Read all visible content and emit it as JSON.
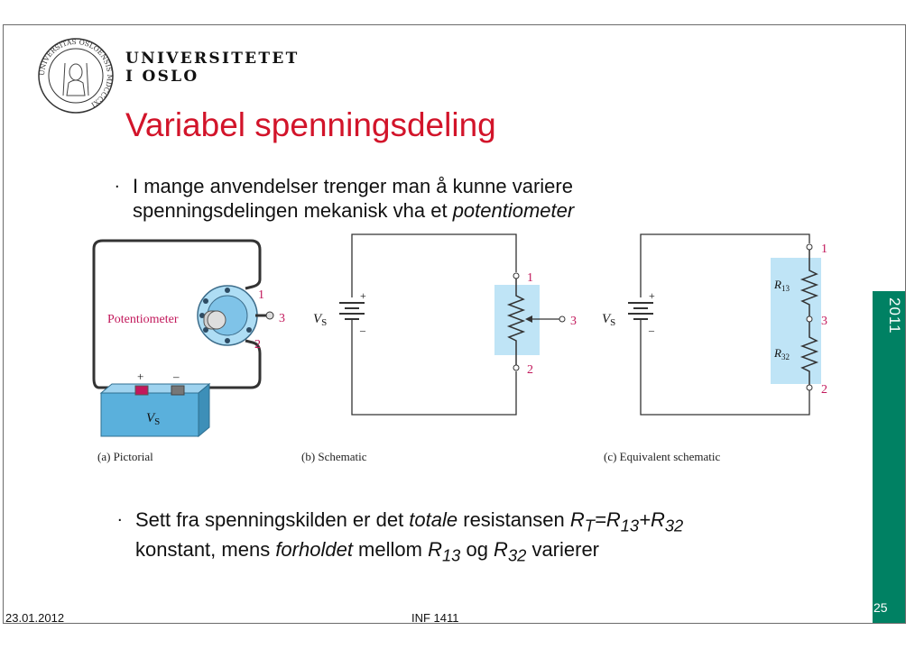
{
  "header": {
    "university_line1": "UNIVERSITETET",
    "university_line2": "I OSLO",
    "seal_icon": "university-seal-icon",
    "seal_text": "UNIVERSITAS OSLOENSIS MDCCCXI"
  },
  "title": "Variabel spenningsdeling",
  "bullets": {
    "first": {
      "line1": "I mange anvendelser trenger man å kunne variere",
      "line2_plain": "spenningsdelingen mekanisk vha et ",
      "line2_italic": "potentiometer"
    },
    "second": {
      "t1": "Sett fra spenningskilden er det ",
      "t2": "totale",
      "t3": " resistansen ",
      "rt_r": "R",
      "rt_sub": "T",
      "eq": "=",
      "r13_r": "R",
      "r13_sub": "13",
      "plus": "+",
      "r32_r": "R",
      "r32_sub": "32",
      "line2_t1": "konstant, mens ",
      "line2_t2": "forholdet",
      "line2_t3": " mellom ",
      "line2_r13": "R",
      "line2_r13_sub": "13",
      "line2_og": " og ",
      "line2_r32": "R",
      "line2_r32_sub": "32",
      "line2_end": " varierer"
    }
  },
  "figure": {
    "caption_a": "(a) Pictorial",
    "caption_b": "(b) Schematic",
    "caption_c": "(c) Equivalent schematic",
    "potentiometer_label": "Potentiometer",
    "vs_v": "V",
    "vs_sub": "S",
    "terminal_1": "1",
    "terminal_2": "2",
    "terminal_3": "3",
    "plus_sign": "+",
    "minus_sign": "–",
    "r13_r": "R",
    "r13_sub": "13",
    "r32_r": "R",
    "r32_sub": "32",
    "colors": {
      "terminal_label": "#c2185b",
      "highlight": "#bfe4f6",
      "battery": "#5ab0dc"
    }
  },
  "sidebar": {
    "year": "2011",
    "page_number": "25",
    "color": "#008163"
  },
  "footer": {
    "date": "23.01.2012",
    "course": "INF 1411"
  },
  "colors": {
    "title": "#d2142a"
  }
}
